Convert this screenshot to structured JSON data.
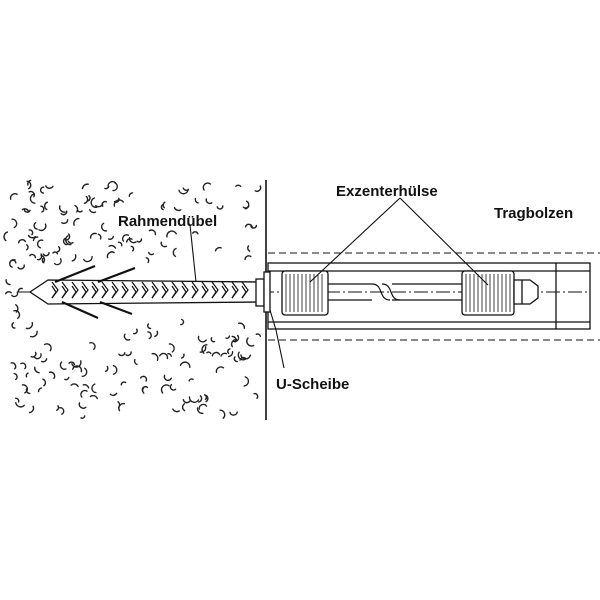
{
  "labels": {
    "rahmenduebel": "Rahmendübel",
    "exzenterhuelse": "Exzenterhülse",
    "tragbolzen": "Tragbolzen",
    "u_scheibe": "U-Scheibe"
  },
  "colors": {
    "line": "#111111",
    "background": "#ffffff",
    "hatch": "#222222"
  }
}
